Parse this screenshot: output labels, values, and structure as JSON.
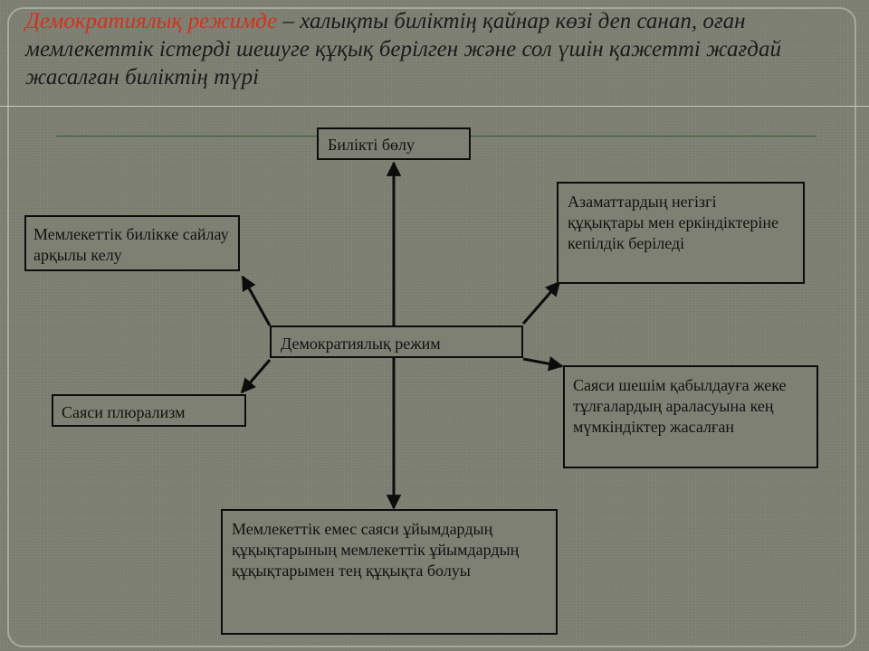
{
  "slide": {
    "title_highlight": "Демократиялық режимде",
    "title_rest": " – халықты биліктің қайнар көзі деп санап, оған мемлекеттік істерді шешуге құқық берілген және сол үшін қажетті жағдай жасалған биліктің түрі"
  },
  "diagram": {
    "center": "Демократиялық режим",
    "top": "Билікті бөлу",
    "left_upper": "Мемлекеттік билікке сайлау арқылы келу",
    "left_lower": "Саяси плюрализм",
    "right_upper": "Азаматтардың негізгі құқықтары мен еркіндіктеріне кепілдік беріледі",
    "right_lower": "Саяси шешім қабылдауға жеке тұлғалардың араласуына кең мүмкіндіктер жасалған",
    "bottom": "Мемлекеттік емес саяси ұйымдардың құқықтарының мемлекеттік ұйымдардың құқықтарымен тең құқықта болуы"
  }
}
